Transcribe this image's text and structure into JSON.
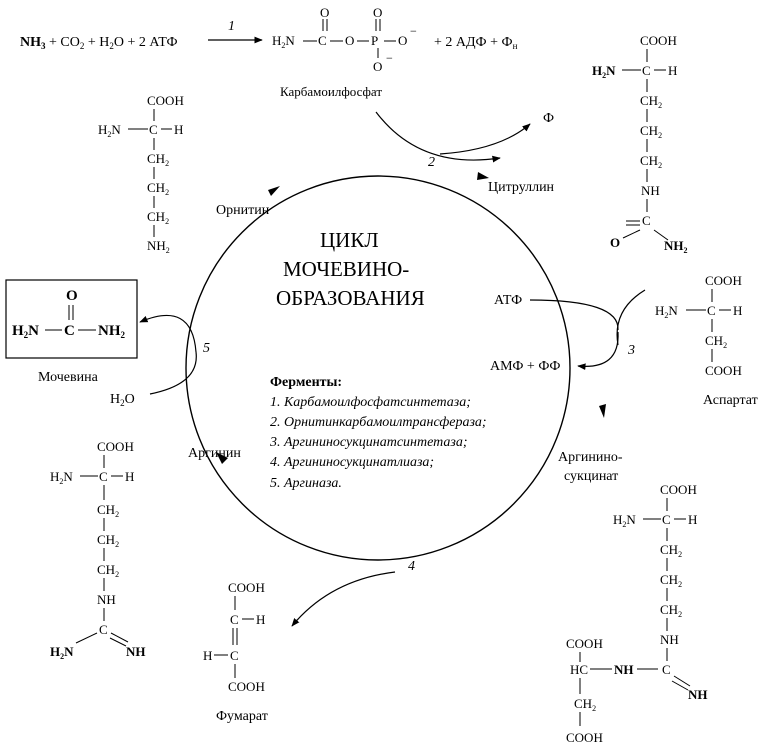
{
  "equation": {
    "reactants": [
      "NH",
      "3",
      " + CO",
      "2",
      " + H",
      "2",
      "O + 2 АТФ"
    ],
    "step": "1",
    "products": [
      "+ 2 АДФ + Ф",
      "н"
    ]
  },
  "carbamoyl_phosphate": {
    "formula": [
      "H",
      "2",
      "N",
      "C",
      "O",
      "O",
      "P",
      "O",
      "−",
      "O",
      "O",
      "−"
    ],
    "label": "Карбамоилфосфат"
  },
  "cycle": {
    "title_lines": [
      "ЦИКЛ",
      "МОЧЕВИНО-",
      "ОБРАЗОВАНИЯ"
    ],
    "steps": [
      "2",
      "3",
      "4",
      "5"
    ],
    "nodes": {
      "ornithine": "Орнитин",
      "citrulline": "Цитруллин",
      "argininosuccinate": [
        "Аргинино-",
        "сукцинат"
      ],
      "arginine": "Аргинин"
    },
    "side": {
      "phi_out": "Ф",
      "atp_in": "АТФ",
      "amp_ff_out": "АМФ + ФФ",
      "water_in": [
        "H",
        "2",
        "O"
      ]
    }
  },
  "enzymes": {
    "heading": "Ферменты:",
    "items": [
      "1. Карбамоилфосфатсинтетаза;",
      "2. Орнитинкарбамоилтрансфераза;",
      "3. Аргининосукцинатсинтетаза;",
      "4. Аргининосукцинатлиаза;",
      "5. Аргиназа."
    ]
  },
  "structures": {
    "ornithine": {
      "cooh": "COOH",
      "h2n": [
        "H",
        "2",
        "N"
      ],
      "c": "C",
      "h": "H",
      "ch2": [
        "CH",
        "2"
      ],
      "nh2": [
        "NH",
        "2"
      ]
    },
    "citrulline": {
      "cooh": "COOH",
      "h2n": [
        "H",
        "2",
        "N"
      ],
      "c": "C",
      "h": "H",
      "ch2": [
        "CH",
        "2"
      ],
      "nh": "NH",
      "o": "O",
      "nh2": [
        "NH",
        "2"
      ]
    },
    "urea": {
      "o": "O",
      "h2n": [
        "H",
        "2",
        "N"
      ],
      "c": "C",
      "nh2": [
        "NH",
        "2"
      ],
      "label": "Мочевина"
    },
    "aspartate": {
      "cooh": "COOH",
      "h2n": [
        "H",
        "2",
        "N"
      ],
      "c": "C",
      "h": "H",
      "ch2": [
        "CH",
        "2"
      ],
      "label": "Аспартат"
    },
    "arginine": {
      "cooh": "COOH",
      "h2n": [
        "H",
        "2",
        "N"
      ],
      "c": "C",
      "h": "H",
      "ch2": [
        "CH",
        "2"
      ],
      "nh": "NH"
    },
    "fumarate": {
      "cooh": "COOH",
      "c": "C",
      "h": "H",
      "hc": "H",
      "label": "Фумарат"
    },
    "argininosuccinate": {
      "cooh": "COOH",
      "h2n": [
        "H",
        "2",
        "N"
      ],
      "c": "C",
      "h": "H",
      "ch2": [
        "CH",
        "2"
      ],
      "nh": "NH",
      "hc": "HC"
    }
  }
}
